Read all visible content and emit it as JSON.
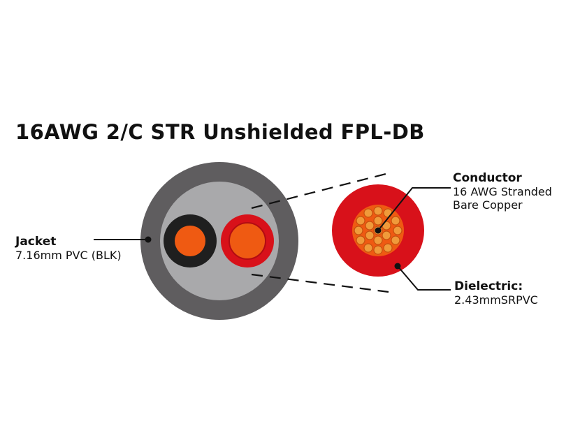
{
  "title": "16AWG 2/C STR Unshielded FPL-DB",
  "labels": {
    "jacket": {
      "heading": "Jacket",
      "detail": "7.16mm PVC (BLK)"
    },
    "conductor": {
      "heading": "Conductor",
      "line1": "16 AWG Stranded",
      "line2": "Bare Copper"
    },
    "dielectric": {
      "heading": "Dielectric:",
      "detail": "2.43mmSRPVC"
    }
  },
  "colors": {
    "jacket": "#5f5d5f",
    "filler": "#a9a9ab",
    "conductor_black_insulation": "#1f1f1f",
    "conductor_red_insulation": "#d8111a",
    "copper": "#ef5a12",
    "strand": "#f09a3a",
    "leader": "#111111"
  }
}
